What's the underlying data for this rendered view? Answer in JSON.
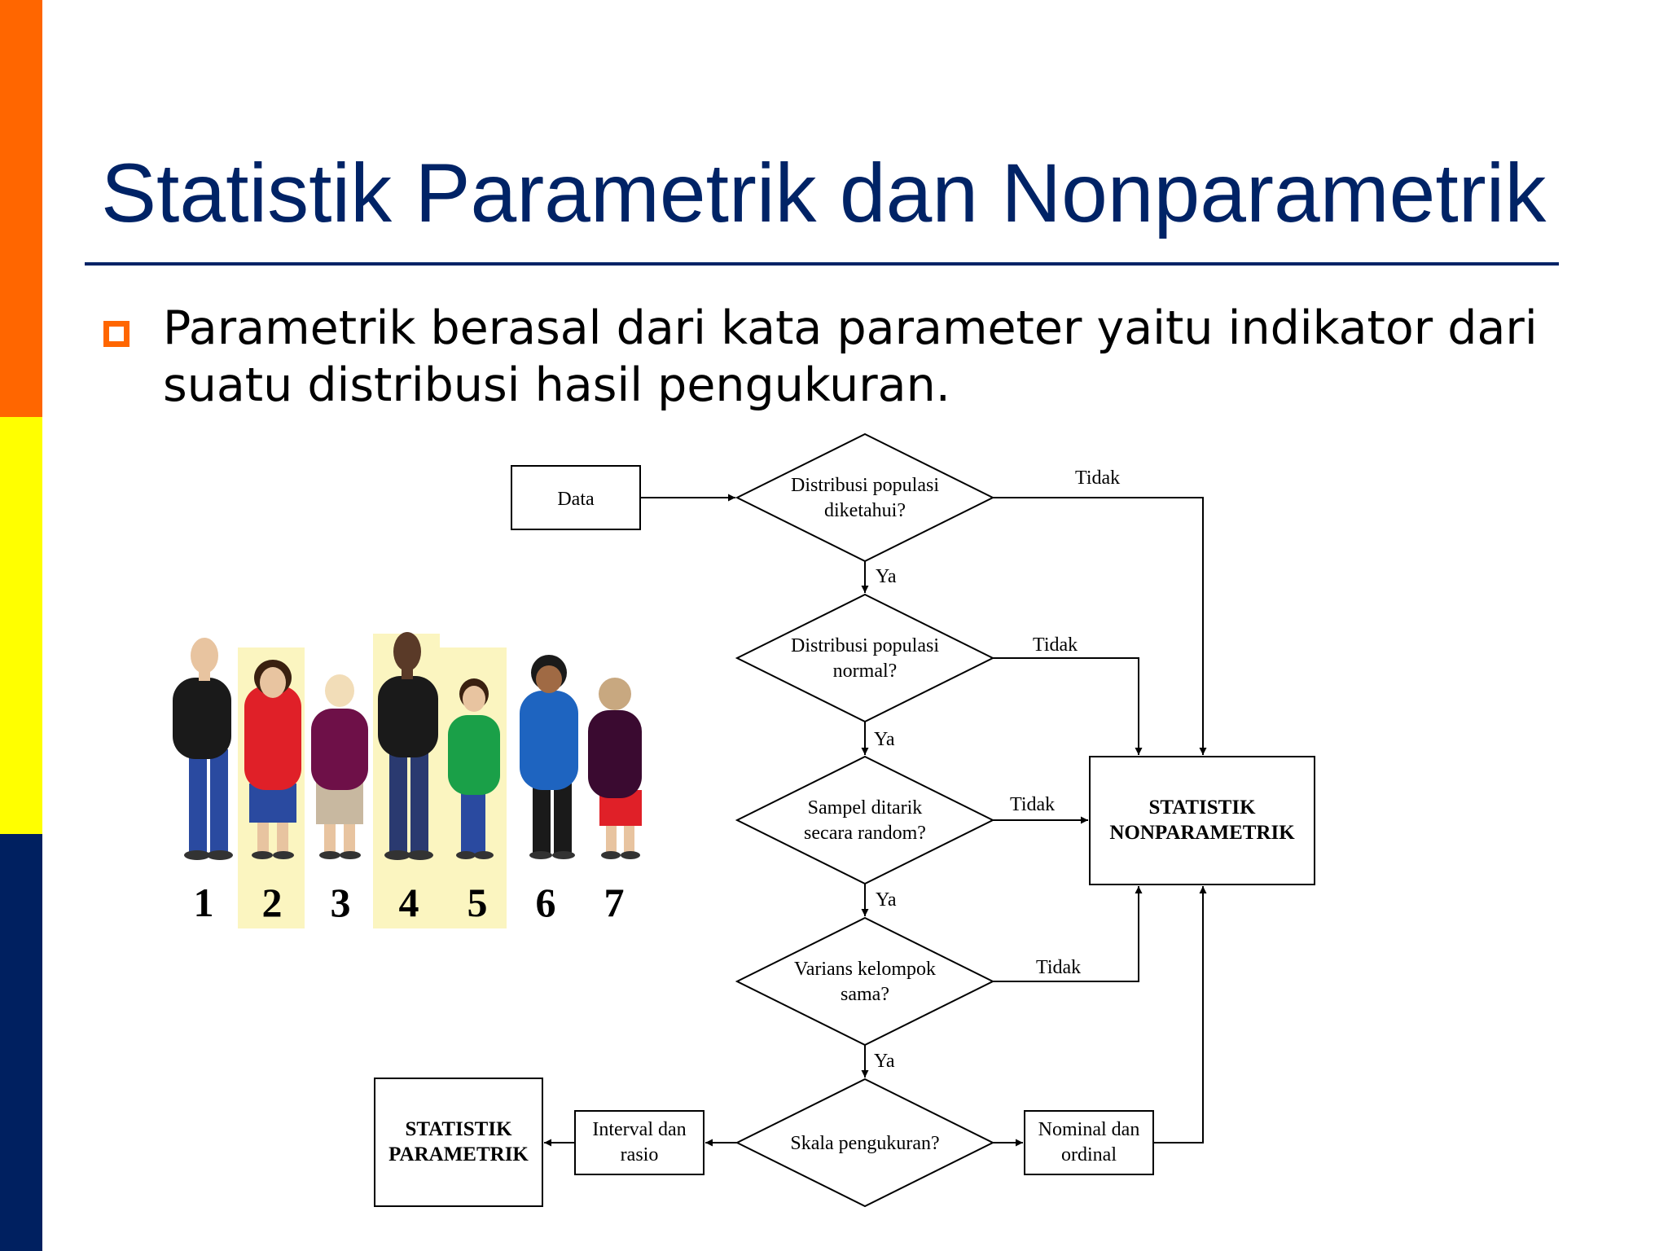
{
  "slide": {
    "title": "Statistik Parametrik dan Nonparametrik",
    "bullet_line_1": "Parametrik berasal dari kata parameter yaitu indikator dari",
    "bullet_line_2": "suatu distribusi hasil pengukuran.",
    "accent_colors": [
      "#ff6600",
      "#ffff00",
      "#002060"
    ],
    "title_color": "#002366"
  },
  "people": {
    "numbers": [
      "1",
      "2",
      "3",
      "4",
      "5",
      "6",
      "7"
    ]
  },
  "flowchart": {
    "data": "Data",
    "q1_line1": "Distribusi populasi",
    "q1_line2": "diketahui?",
    "q2_line1": "Distribusi populasi",
    "q2_line2": "normal?",
    "q3_line1": "Sampel ditarik",
    "q3_line2": "secara random?",
    "q4_line1": "Varians kelompok",
    "q4_line2": "sama?",
    "q5": "Skala pengukuran?",
    "interval_line1": "Interval dan",
    "interval_line2": "rasio",
    "nominal_line1": "Nominal dan",
    "nominal_line2": "ordinal",
    "param_line1": "STATISTIK",
    "param_line2": "PARAMETRIK",
    "nonparam_line1": "STATISTIK",
    "nonparam_line2": "NONPARAMETRIK",
    "yes_label": "Ya",
    "no_label": "Tidak"
  }
}
